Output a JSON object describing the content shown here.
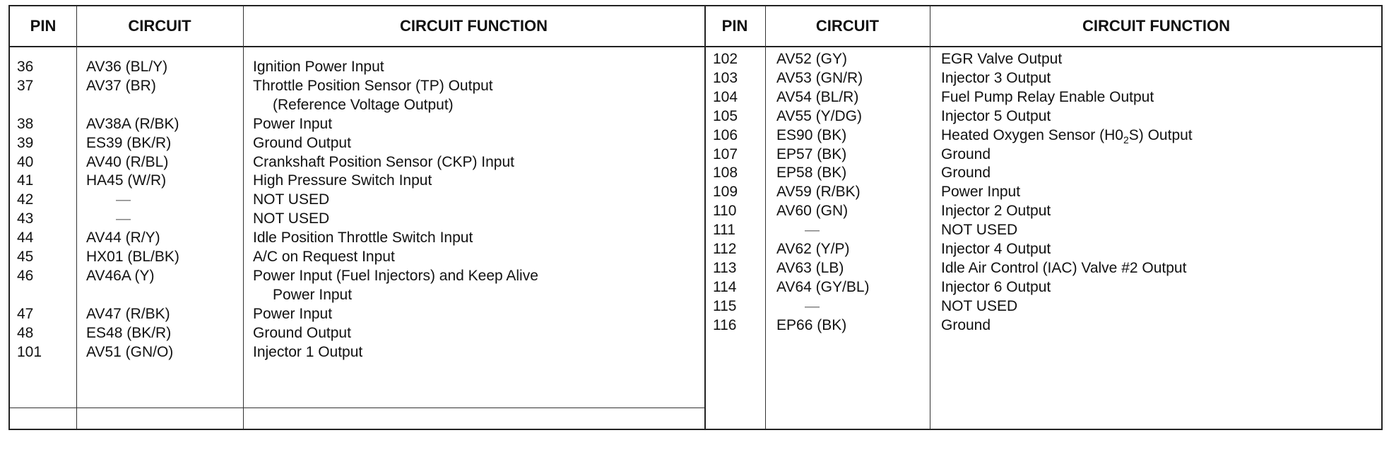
{
  "headers": {
    "pin": "PIN",
    "circuit": "CIRCUIT",
    "function": "CIRCUIT FUNCTION"
  },
  "left_rows": [
    {
      "pin": "36",
      "circuit": "AV36 (BL/Y)",
      "function": "Ignition Power Input"
    },
    {
      "pin": "37",
      "circuit": "AV37 (BR)",
      "function": "Throttle Position Sensor (TP) Output"
    },
    {
      "pin": "",
      "circuit": "",
      "function": "(Reference Voltage Output)",
      "cont": true
    },
    {
      "pin": "38",
      "circuit": "AV38A (R/BK)",
      "function": "Power Input"
    },
    {
      "pin": "39",
      "circuit": "ES39 (BK/R)",
      "function": "Ground Output"
    },
    {
      "pin": "40",
      "circuit": "AV40 (R/BL)",
      "function": "Crankshaft Position Sensor (CKP) Input"
    },
    {
      "pin": "41",
      "circuit": "HA45 (W/R)",
      "function": "High Pressure Switch Input"
    },
    {
      "pin": "42",
      "circuit": "—",
      "function": "NOT USED",
      "dash": true
    },
    {
      "pin": "43",
      "circuit": "—",
      "function": "NOT USED",
      "dash": true
    },
    {
      "pin": "44",
      "circuit": "AV44 (R/Y)",
      "function": "Idle Position Throttle Switch Input"
    },
    {
      "pin": "45",
      "circuit": "HX01 (BL/BK)",
      "function": "A/C on Request Input"
    },
    {
      "pin": "46",
      "circuit": "AV46A (Y)",
      "function": "Power Input (Fuel Injectors) and Keep Alive"
    },
    {
      "pin": "",
      "circuit": "",
      "function": "Power Input",
      "cont": true
    },
    {
      "pin": "47",
      "circuit": "AV47 (R/BK)",
      "function": "Power Input"
    },
    {
      "pin": "48",
      "circuit": "ES48 (BK/R)",
      "function": "Ground Output"
    },
    {
      "pin": "101",
      "circuit": "AV51 (GN/O)",
      "function": "Injector 1 Output"
    }
  ],
  "right_rows": [
    {
      "pin": "102",
      "circuit": "AV52 (GY)",
      "function": "EGR Valve Output"
    },
    {
      "pin": "103",
      "circuit": "AV53 (GN/R)",
      "function": "Injector 3 Output"
    },
    {
      "pin": "104",
      "circuit": "AV54 (BL/R)",
      "function": "Fuel Pump Relay Enable Output"
    },
    {
      "pin": "105",
      "circuit": "AV55 (Y/DG)",
      "function": "Injector 5 Output"
    },
    {
      "pin": "106",
      "circuit": "ES90 (BK)",
      "function": "Heated Oxygen Sensor (H0",
      "sub": "2",
      "function_tail": "S) Output"
    },
    {
      "pin": "107",
      "circuit": "EP57 (BK)",
      "function": "Ground"
    },
    {
      "pin": "108",
      "circuit": "EP58 (BK)",
      "function": "Ground"
    },
    {
      "pin": "109",
      "circuit": "AV59 (R/BK)",
      "function": "Power Input"
    },
    {
      "pin": "110",
      "circuit": "AV60 (GN)",
      "function": "Injector 2 Output"
    },
    {
      "pin": "111",
      "circuit": "—",
      "function": "NOT USED",
      "dash": true
    },
    {
      "pin": "112",
      "circuit": "AV62 (Y/P)",
      "function": "Injector 4 Output"
    },
    {
      "pin": "113",
      "circuit": "AV63 (LB)",
      "function": "Idle Air Control (IAC) Valve #2 Output"
    },
    {
      "pin": "114",
      "circuit": "AV64 (GY/BL)",
      "function": "Injector 6 Output"
    },
    {
      "pin": "115",
      "circuit": "—",
      "function": "NOT USED",
      "dash": true
    },
    {
      "pin": "116",
      "circuit": "EP66 (BK)",
      "function": "Ground"
    }
  ]
}
